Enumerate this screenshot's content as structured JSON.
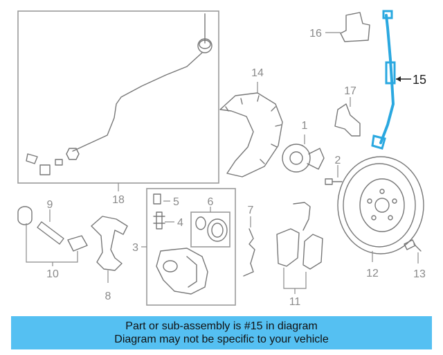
{
  "diagram": {
    "callouts": [
      "1",
      "2",
      "3",
      "4",
      "5",
      "6",
      "7",
      "8",
      "9",
      "10",
      "11",
      "12",
      "13",
      "14",
      "15",
      "16",
      "17",
      "18"
    ],
    "highlight_part": "15",
    "highlight_color": "#2aa8e0",
    "line_color": "#777777"
  },
  "banner": {
    "line1": "Part or sub-assembly is #15 in diagram",
    "line2": "Diagram may not be specific to your vehicle",
    "background": "#55c0f2"
  }
}
